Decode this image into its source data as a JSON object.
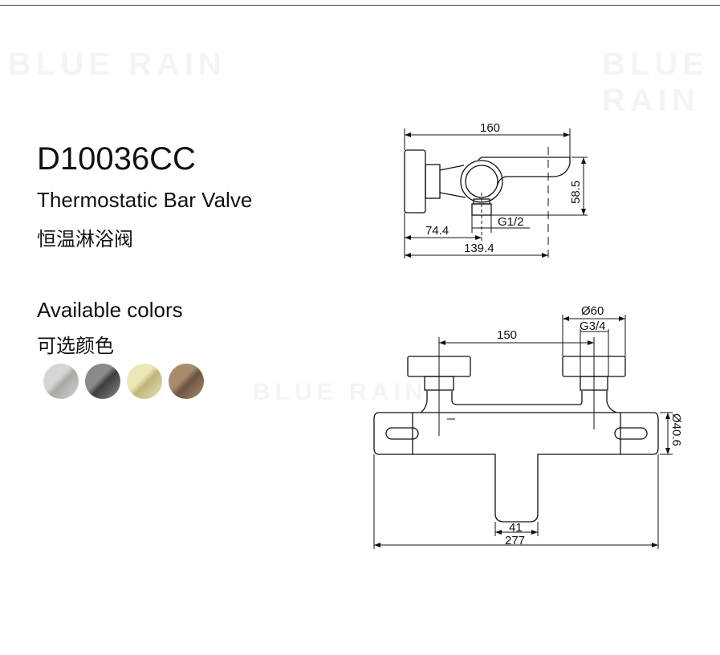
{
  "watermark": "BLUE RAIN",
  "product": {
    "model": "D10036CC",
    "name_en": "Thermostatic Bar Valve",
    "name_cn": "恒温淋浴阀"
  },
  "colors": {
    "title_en": "Available colors",
    "title_cn": "可选颜色",
    "swatches": [
      {
        "name": "brushed-nickel",
        "light": "#d6d5d2",
        "dark": "#a9a8a4"
      },
      {
        "name": "gunmetal",
        "light": "#8a8a8a",
        "dark": "#3e3e3e"
      },
      {
        "name": "brushed-gold",
        "light": "#ece6b8",
        "dark": "#bdb47c"
      },
      {
        "name": "bronze",
        "light": "#a88a6c",
        "dark": "#6c5442"
      }
    ]
  },
  "side_view": {
    "dims": {
      "total_width": "160",
      "height": "58.5",
      "thread": "G1/2",
      "to_outlet": "74.4",
      "to_spout": "139.4"
    }
  },
  "front_view": {
    "dims": {
      "cap_dia": "Ø60",
      "thread": "G3/4",
      "centers": "150",
      "body_dia": "Ø40.6",
      "spout_width": "41",
      "total_length": "277"
    }
  }
}
